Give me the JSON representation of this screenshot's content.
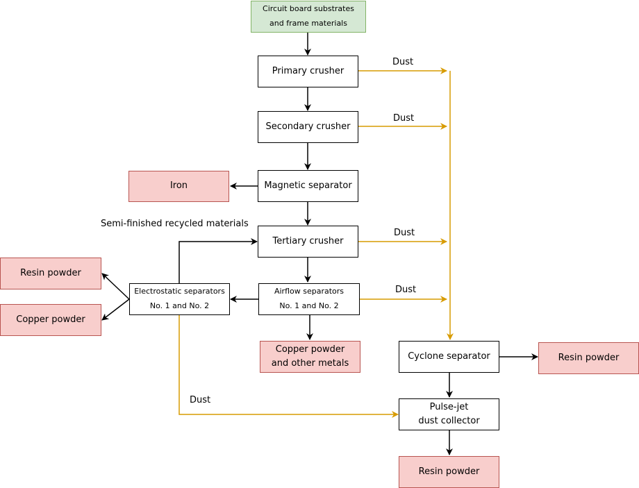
{
  "nodes": {
    "input": "Circuit board substrates\nand frame materials",
    "primary_crusher": "Primary crusher",
    "secondary_crusher": "Secondary crusher",
    "magnetic_separator": "Magnetic separator",
    "iron": "Iron",
    "tertiary_crusher": "Tertiary crusher",
    "airflow_separators": "Airflow separators\nNo. 1 and No. 2",
    "electrostatic_separators": "Electrostatic separators\nNo. 1 and No. 2",
    "resin_powder_left": "Resin powder",
    "copper_powder_left": "Copper powder",
    "copper_metals": "Copper powder\nand other metals",
    "cyclone_separator": "Cyclone separator",
    "resin_powder_right": "Resin powder",
    "pulse_jet": "Pulse-jet\ndust collector",
    "resin_powder_bottom": "Resin powder"
  },
  "labels": {
    "semi_finished": "Semi-finished recycled materials",
    "dust_primary": "Dust",
    "dust_secondary": "Dust",
    "dust_tertiary": "Dust",
    "dust_airflow": "Dust",
    "dust_electrostatic": "Dust"
  },
  "colors": {
    "flow_arrow": "#000000",
    "dust_arrow": "#d79b00",
    "output_fill": "#f8cecc",
    "output_border": "#b85450",
    "input_fill": "#d5e8d4",
    "input_border": "#82b366"
  }
}
